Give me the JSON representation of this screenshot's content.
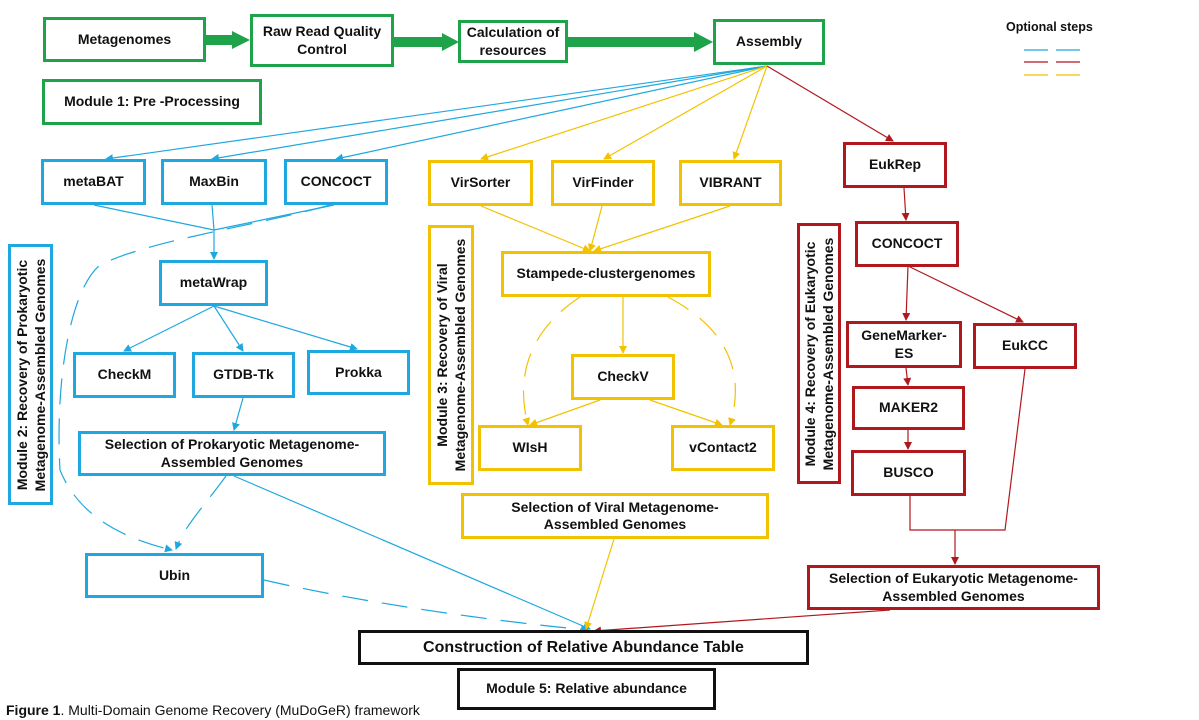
{
  "legend": {
    "title": "Optional steps",
    "colors": [
      "#1fa8df",
      "#b0181d",
      "#f2c200"
    ]
  },
  "colors": {
    "green": "#1ea34a",
    "blue": "#1fa8df",
    "yellow": "#f2c200",
    "red": "#b0181d",
    "black": "#111111"
  },
  "nodes": {
    "metagenomes": "Metagenomes",
    "raw_read_qc": "Raw Read Quality Control",
    "calc_resources": "Calculation of resources",
    "assembly": "Assembly",
    "module1": "Module 1: Pre -Processing",
    "metabat": "metaBAT",
    "maxbin": "MaxBin",
    "concoct_pro": "CONCOCT",
    "metawrap": "metaWrap",
    "checkm": "CheckM",
    "gtdbtk": "GTDB-Tk",
    "prokka": "Prokka",
    "selection_pro": "Selection of Prokaryotic Metagenome-Assembled Genomes",
    "ubin": "Ubin",
    "module2": "Module 2: Recovery of Prokaryotic Metagenome-Assembled Genomes",
    "virsorter": "VirSorter",
    "virfinder": "VirFinder",
    "vibrant": "VIBRANT",
    "stampede": "Stampede-clustergenomes",
    "checkv": "CheckV",
    "wish": "WIsH",
    "vcontact2": "vContact2",
    "selection_viral": "Selection of Viral Metagenome-Assembled Genomes",
    "module3": "Module 3: Recovery of Viral Metagenome-Assembled Genomes",
    "eukrep": "EukRep",
    "concoct_euk": "CONCOCT",
    "genemarker": "GeneMarker-ES",
    "eukcc": "EukCC",
    "maker2": "MAKER2",
    "busco": "BUSCO",
    "selection_euk": "Selection of Eukaryotic Metagenome-Assembled Genomes",
    "module4": "Module 4: Recovery of Eukaryotic Metagenome-Assembled Genomes",
    "construction": "Construction of Relative Abundance Table",
    "module5": "Module 5: Relative abundance"
  },
  "caption": {
    "label": "Figure 1",
    "text": ". Multi-Domain Genome Recovery (MuDoGeR)  framework"
  }
}
